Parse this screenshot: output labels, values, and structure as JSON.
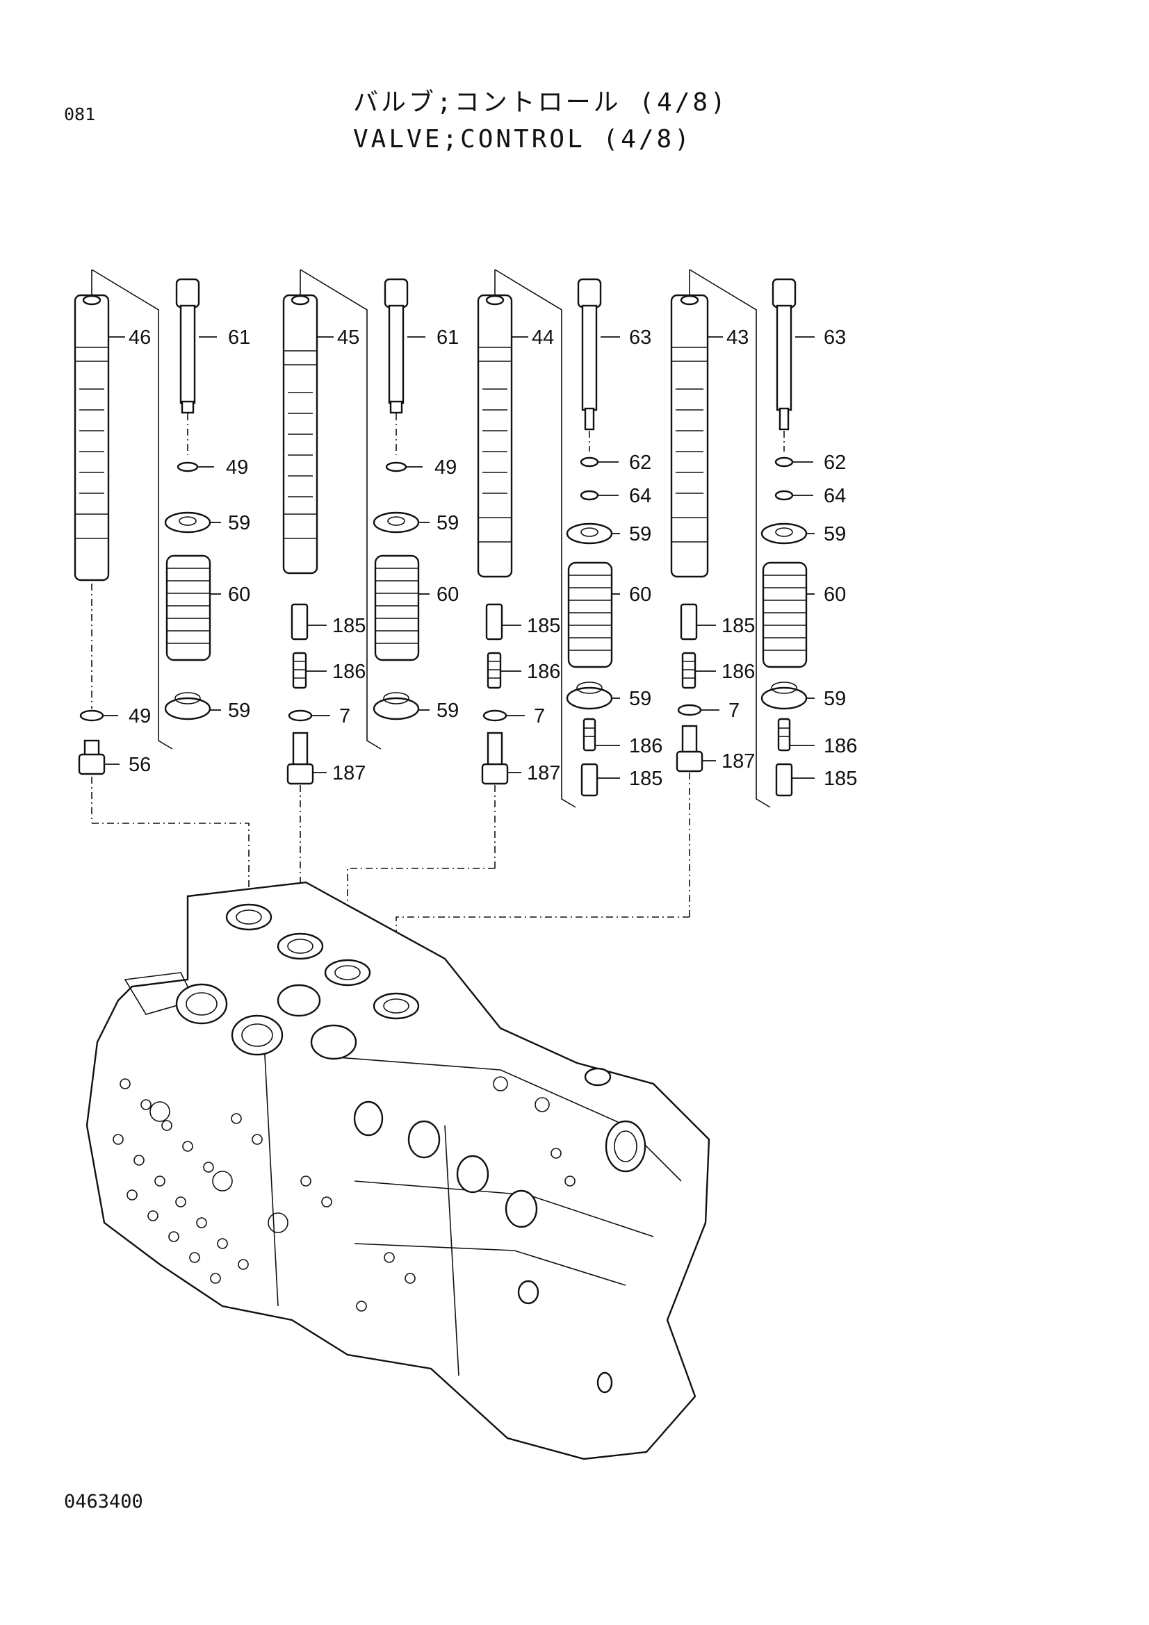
{
  "header": {
    "page_number": "081",
    "title_jp": "バルブ;コントロール (4/8)",
    "title_en": "VALVE;CONTROL (4/8)"
  },
  "footer": {
    "drawing_number": "0463400"
  },
  "callouts": {
    "c46": "46",
    "c61a": "61",
    "c49a": "49",
    "c59a": "59",
    "c60a": "60",
    "c59b": "59",
    "c49b": "49",
    "c56": "56",
    "c45": "45",
    "c61b": "61",
    "c49c": "49",
    "c59c": "59",
    "c60b": "60",
    "c185a": "185",
    "c186a": "186",
    "c59d": "59",
    "c7a": "7",
    "c187a": "187",
    "c44": "44",
    "c63a": "63",
    "c62a": "62",
    "c64a": "64",
    "c59e": "59",
    "c60c": "60",
    "c185b": "185",
    "c186b": "186",
    "c59f": "59",
    "c7b": "7",
    "c187b": "187",
    "c186c": "186",
    "c185c": "185",
    "c43": "43",
    "c63b": "63",
    "c62b": "62",
    "c64b": "64",
    "c59g": "59",
    "c60d": "60",
    "c185d": "185",
    "c186d": "186",
    "c59h": "59",
    "c7c": "7",
    "c187c": "187",
    "c186e": "186",
    "c185e": "185"
  }
}
